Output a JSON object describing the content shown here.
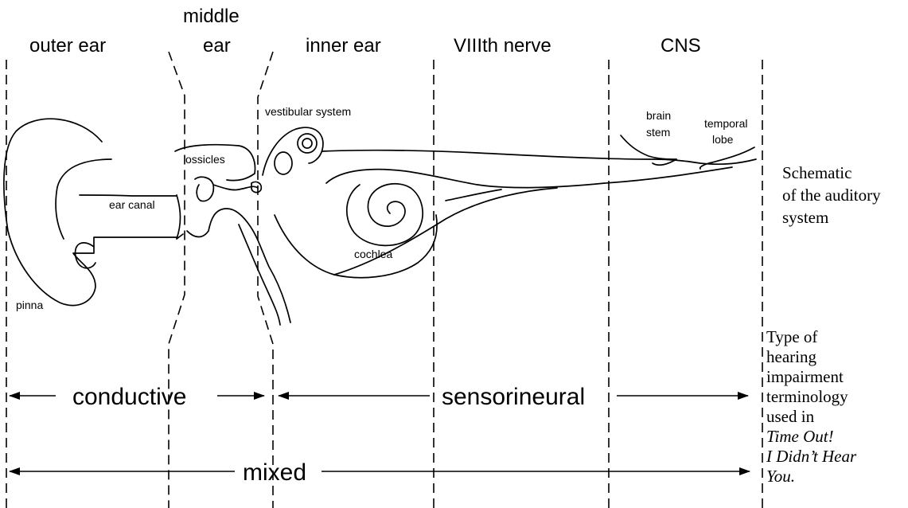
{
  "regions": {
    "outer_ear": "outer ear",
    "middle_ear_line1": "middle",
    "middle_ear_line2": "ear",
    "inner_ear": "inner ear",
    "viiith_nerve": "VIIIth nerve",
    "cns": "CNS"
  },
  "parts": {
    "vestibular_system": "vestibular system",
    "ossicles": "ossicles",
    "ear_canal": "ear canal",
    "cochlea": "cochlea",
    "pinna": "pinna",
    "brain_stem_line1": "brain",
    "brain_stem_line2": "stem",
    "temporal_lobe_line1": "temporal",
    "temporal_lobe_line2": "lobe"
  },
  "impairment_types": {
    "conductive": "conductive",
    "sensorineural": "sensorineural",
    "mixed": "mixed"
  },
  "side_notes": {
    "schematic": [
      "Schematic",
      "of the auditory",
      "system"
    ],
    "type_text": [
      "Type of",
      "hearing",
      "impairment",
      "terminology",
      "used in"
    ],
    "title_italic": [
      "Time Out!",
      "I Didn’t Hear",
      "You."
    ]
  }
}
